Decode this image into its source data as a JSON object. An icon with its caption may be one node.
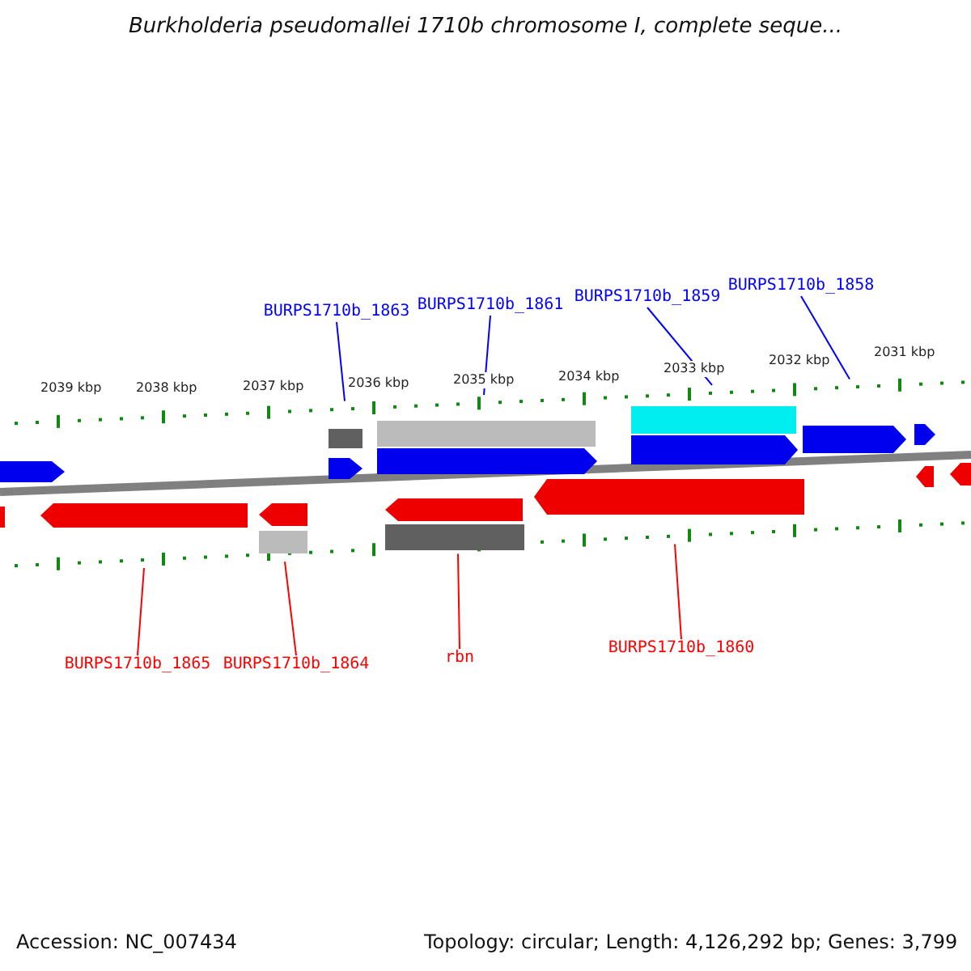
{
  "diagram": {
    "title": "Burkholderia pseudomallei 1710b chromosome I, complete seque...",
    "nodes": [
      {
        "text": [
          "BURPS1710b_1863"
        ]
      },
      {
        "text": [
          "BURPS1710b_1861"
        ]
      },
      {
        "text": [
          "BURPS1710b_1859"
        ]
      },
      {
        "text": [
          "BURPS1710b_1858"
        ]
      },
      {
        "text": [
          "BURPS1710b_1865"
        ]
      },
      {
        "text": [
          "BURPS1710b_1864"
        ]
      },
      {
        "text": [
          "rbn"
        ]
      },
      {
        "text": [
          "BURPS1710b_1860"
        ]
      },
      {
        "text": [],
        "shape": "ruler"
      },
      {
        "text": [],
        "shape": "ruler"
      }
    ],
    "edges": [
      {
        "from": 0,
        "to": 8,
        "arrow": "none",
        "color": "#0000ff"
      },
      {
        "from": 1,
        "to": 8,
        "arrow": "none",
        "color": "#0000ff"
      },
      {
        "from": 2,
        "to": 8,
        "arrow": "none",
        "color": "#0000ff"
      },
      {
        "from": 3,
        "to": 8,
        "arrow": "none",
        "color": "#0000ff"
      },
      {
        "from": 4,
        "to": 9,
        "arrow": "none",
        "color": "#ff0000"
      },
      {
        "from": 5,
        "to": 9,
        "arrow": "none",
        "color": "#ff0000"
      },
      {
        "from": 6,
        "to": 9,
        "arrow": "none",
        "color": "#ff0000"
      },
      {
        "from": 7,
        "to": 9,
        "arrow": "none",
        "color": "#ff0000"
      }
    ],
    "labels": [
      "2039 kbp",
      "2038 kbp",
      "2037 kbp",
      "2036 kbp",
      "2035 kbp",
      "2034 kbp",
      "2033 kbp",
      "2032 kbp",
      "2031 kbp",
      "Accession: NC_007434",
      "Topology: circular; Length: 4,126,292 bp; Genes: 3,799"
    ]
  }
}
